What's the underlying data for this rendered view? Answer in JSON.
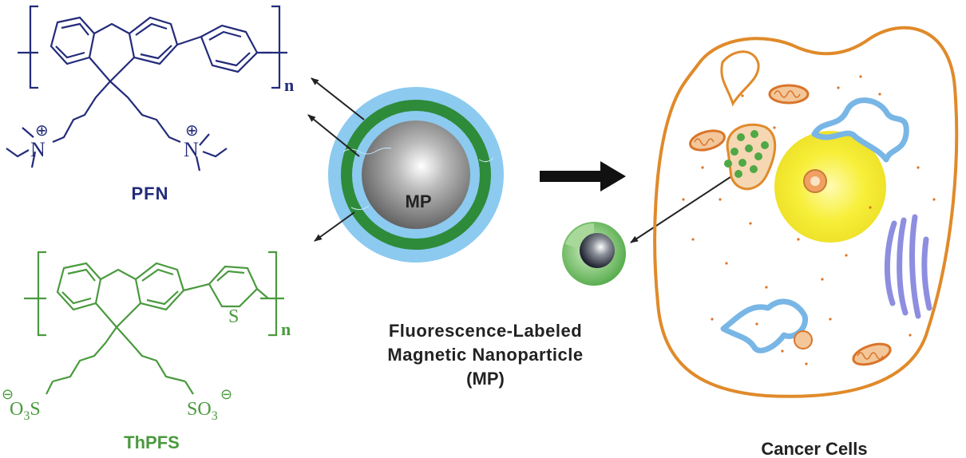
{
  "pfn": {
    "name": "PFN",
    "repeat": "n",
    "color": "#232b7a",
    "n_left": "N",
    "n_right": "N",
    "charge": "⊕"
  },
  "thpfs": {
    "name": "ThPFS",
    "repeat": "n",
    "color": "#4a9a3e",
    "sulfur": "S",
    "group_left": {
      "prefix": "O",
      "sub": "3",
      "suffix": "S"
    },
    "group_right": {
      "prefix": "SO",
      "sub": "3"
    },
    "charge": "⊖"
  },
  "nanoparticle": {
    "core_label": "MP",
    "caption_line1": "Fluorescence-Labeled",
    "caption_line2": "Magnetic Nanoparticle",
    "caption_line3": "(MP)",
    "colors": {
      "outer": "#8ccaf0",
      "green": "#2e8b3a",
      "core": "#7b7b7b"
    }
  },
  "cell": {
    "label": "Cancer Cells",
    "membrane_color": "#e08a2a",
    "nucleus_color": "#f6ec2a",
    "er_color": "#78b6e6",
    "golgi_color": "#8e8ee0"
  }
}
